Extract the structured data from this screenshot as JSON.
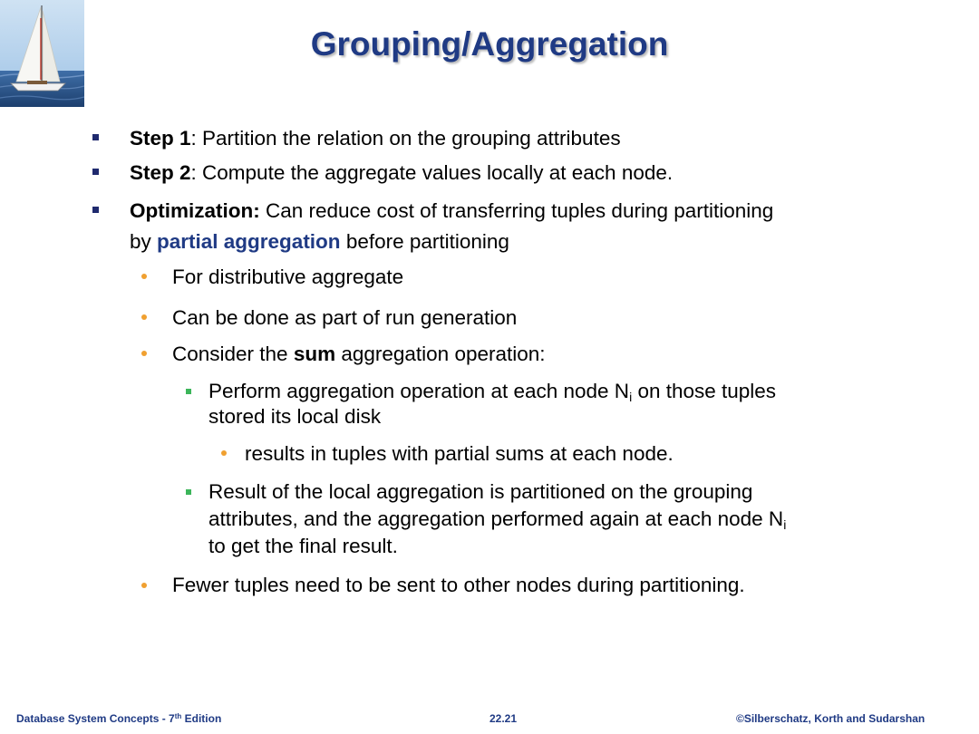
{
  "slide": {
    "title": "Grouping/Aggregation",
    "logo": "sailboat-logo-icon"
  },
  "bullets": {
    "b1": {
      "bold": "Step 1",
      "rest": ": Partition the relation on the grouping attributes"
    },
    "b2": {
      "bold": "Step 2",
      "rest": ": Compute the aggregate values locally at each node."
    },
    "b3": {
      "bold": "Optimization:",
      "rest1": " Can reduce cost of transferring tuples during partitioning",
      "pre2": "by ",
      "highlight": "partial aggregation",
      "rest2": " before partitioning"
    },
    "s1": "For distributive aggregate",
    "s2": "Can be done as part of run generation",
    "s3": {
      "pre": "Consider the ",
      "bold": "sum",
      "post": " aggregation operation:"
    },
    "t1": {
      "line1_pre": "Perform aggregation operation at each node N",
      "line1_sub": "i",
      "line1_post": " on those tuples",
      "line2": "stored its local disk"
    },
    "u1": "results in tuples with partial sums at each node.",
    "t2": {
      "line1": "Result of the local aggregation is partitioned on the grouping",
      "line2_pre": "attributes, and the aggregation performed again at each node N",
      "line2_sub": "i",
      "line3": "to get the final result."
    },
    "s4": "Fewer tuples need to be sent to other nodes during partitioning."
  },
  "footer": {
    "left_pre": "Database System Concepts - 7",
    "left_sup": "th",
    "left_post": " Edition",
    "center": "22.21",
    "right": "©Silberschatz, Korth and Sudarshan"
  },
  "colors": {
    "title": "#1f3a84",
    "highlight": "#1f3a84",
    "level1_bullet": "#1f2a6e",
    "level2_bullet": "#f0a030",
    "level3_bullet": "#3cb55a"
  }
}
